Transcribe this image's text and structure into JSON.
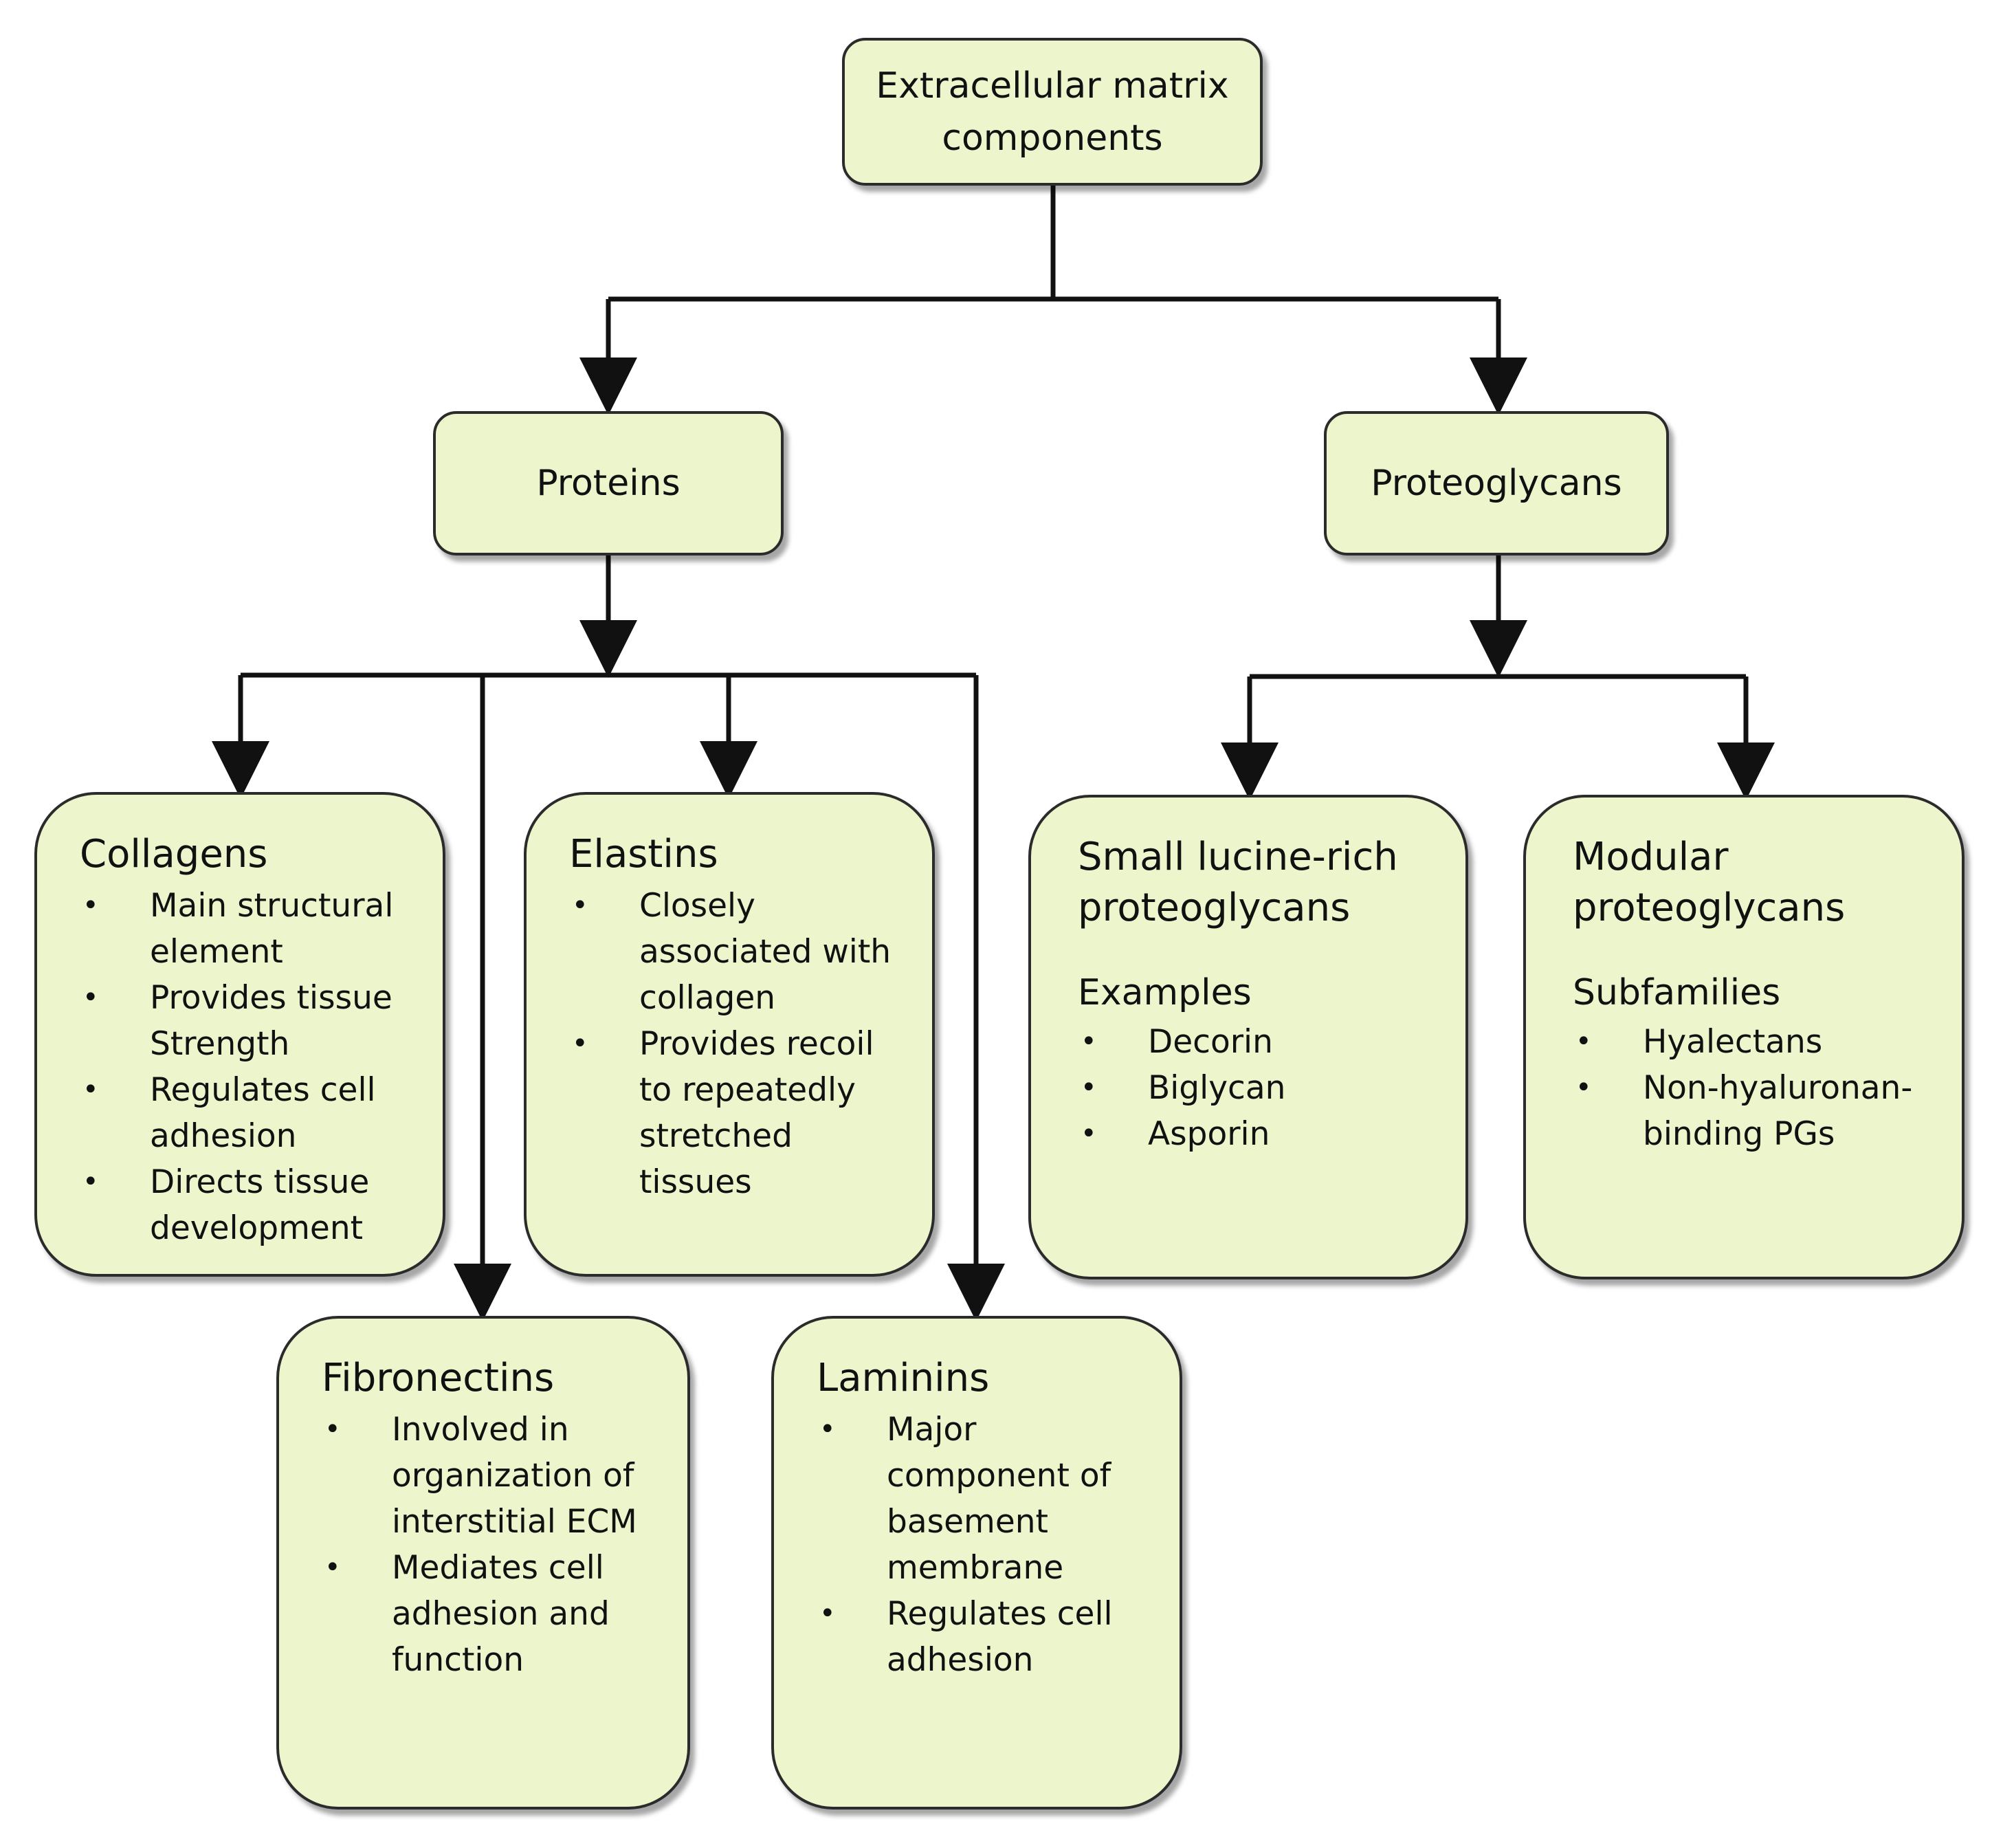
{
  "root": {
    "label": "Extracellular matrix components"
  },
  "proteins": {
    "label": "Proteins"
  },
  "proteoglycans": {
    "label": "Proteoglycans"
  },
  "collagens": {
    "title": "Collagens",
    "bullets": [
      "Main structural element",
      "Provides tissue Strength",
      "Regulates cell adhesion",
      "Directs tissue development"
    ]
  },
  "elastins": {
    "title": "Elastins",
    "bullets": [
      "Closely associated with collagen",
      "Provides recoil to repeatedly stretched tissues"
    ]
  },
  "fibronectins": {
    "title": "Fibronectins",
    "bullets": [
      "Involved in organization of interstitial ECM",
      "Mediates cell adhesion and function"
    ]
  },
  "laminins": {
    "title": "Laminins",
    "bullets": [
      "Major component of basement membrane",
      "Regulates cell adhesion"
    ]
  },
  "small_lrp": {
    "title": "Small lucine-rich proteoglycans",
    "subheading": "Examples",
    "bullets": [
      "Decorin",
      "Biglycan",
      "Asporin"
    ]
  },
  "modular": {
    "title": "Modular proteoglycans",
    "subheading": "Subfamilies",
    "bullets": [
      "Hyalectans",
      "Non-hyaluronan-binding PGs"
    ]
  }
}
